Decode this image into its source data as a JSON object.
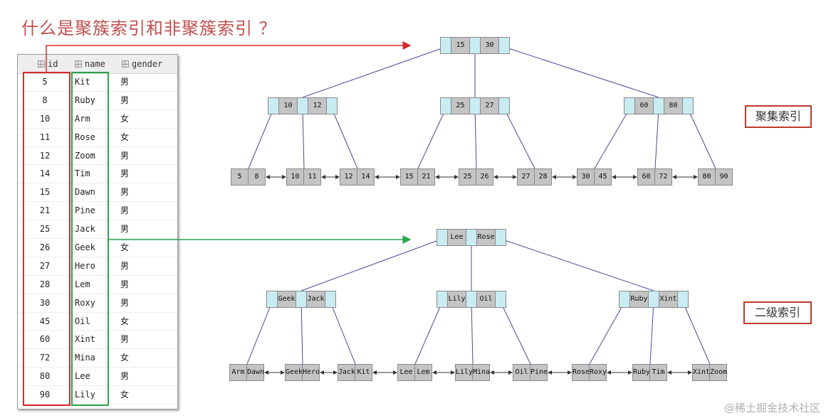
{
  "title": "什么是聚簇索引和非聚簇索引 ？",
  "table": {
    "headers": {
      "id": "id",
      "name": "name",
      "gender": "gender"
    },
    "rows": [
      {
        "id": "5",
        "name": "Kit",
        "gender": "男"
      },
      {
        "id": "8",
        "name": "Ruby",
        "gender": "男"
      },
      {
        "id": "10",
        "name": "Arm",
        "gender": "女"
      },
      {
        "id": "11",
        "name": "Rose",
        "gender": "女"
      },
      {
        "id": "12",
        "name": "Zoom",
        "gender": "男"
      },
      {
        "id": "14",
        "name": "Tim",
        "gender": "男"
      },
      {
        "id": "15",
        "name": "Dawn",
        "gender": "男"
      },
      {
        "id": "21",
        "name": "Pine",
        "gender": "男"
      },
      {
        "id": "25",
        "name": "Jack",
        "gender": "男"
      },
      {
        "id": "26",
        "name": "Geek",
        "gender": "女"
      },
      {
        "id": "27",
        "name": "Hero",
        "gender": "男"
      },
      {
        "id": "28",
        "name": "Lem",
        "gender": "男"
      },
      {
        "id": "30",
        "name": "Roxy",
        "gender": "男"
      },
      {
        "id": "45",
        "name": "Oil",
        "gender": "女"
      },
      {
        "id": "60",
        "name": "Xint",
        "gender": "男"
      },
      {
        "id": "72",
        "name": "Mina",
        "gender": "女"
      },
      {
        "id": "80",
        "name": "Lee",
        "gender": "男"
      },
      {
        "id": "90",
        "name": "Lily",
        "gender": "女"
      }
    ]
  },
  "clustered": {
    "label": "聚集索引",
    "root": [
      "15",
      "30"
    ],
    "internal": [
      [
        "10",
        "12"
      ],
      [
        "25",
        "27"
      ],
      [
        "60",
        "80"
      ]
    ],
    "leaves": [
      [
        "5",
        "8"
      ],
      [
        "10",
        "11"
      ],
      [
        "12",
        "14"
      ],
      [
        "15",
        "21"
      ],
      [
        "25",
        "26"
      ],
      [
        "27",
        "28"
      ],
      [
        "30",
        "45"
      ],
      [
        "60",
        "72"
      ],
      [
        "80",
        "90"
      ]
    ]
  },
  "secondary": {
    "label": "二级索引",
    "root": [
      "Lee",
      "Rose"
    ],
    "internal": [
      [
        "Geek",
        "Jack"
      ],
      [
        "Lily",
        "Oil"
      ],
      [
        "Ruby",
        "Xint"
      ]
    ],
    "leaves": [
      [
        "Arm",
        "Dawn"
      ],
      [
        "Geek",
        "Hero"
      ],
      [
        "Jack",
        "Kit"
      ],
      [
        "Lee",
        "Lem"
      ],
      [
        "Lily",
        "Mina"
      ],
      [
        "Oil",
        "Pine"
      ],
      [
        "Rose",
        "Roxy"
      ],
      [
        "Ruby",
        "Tim"
      ],
      [
        "Xint",
        "Zoom"
      ]
    ]
  },
  "colors": {
    "title": "#c0504d",
    "id_box": "#d62b2b",
    "name_box": "#27a648",
    "tree_line": "#4a4a9a",
    "pointer_cell": "#c9ecf3",
    "key_cell": "#c4c4c4"
  },
  "watermark": "@稀土掘金技术社区"
}
